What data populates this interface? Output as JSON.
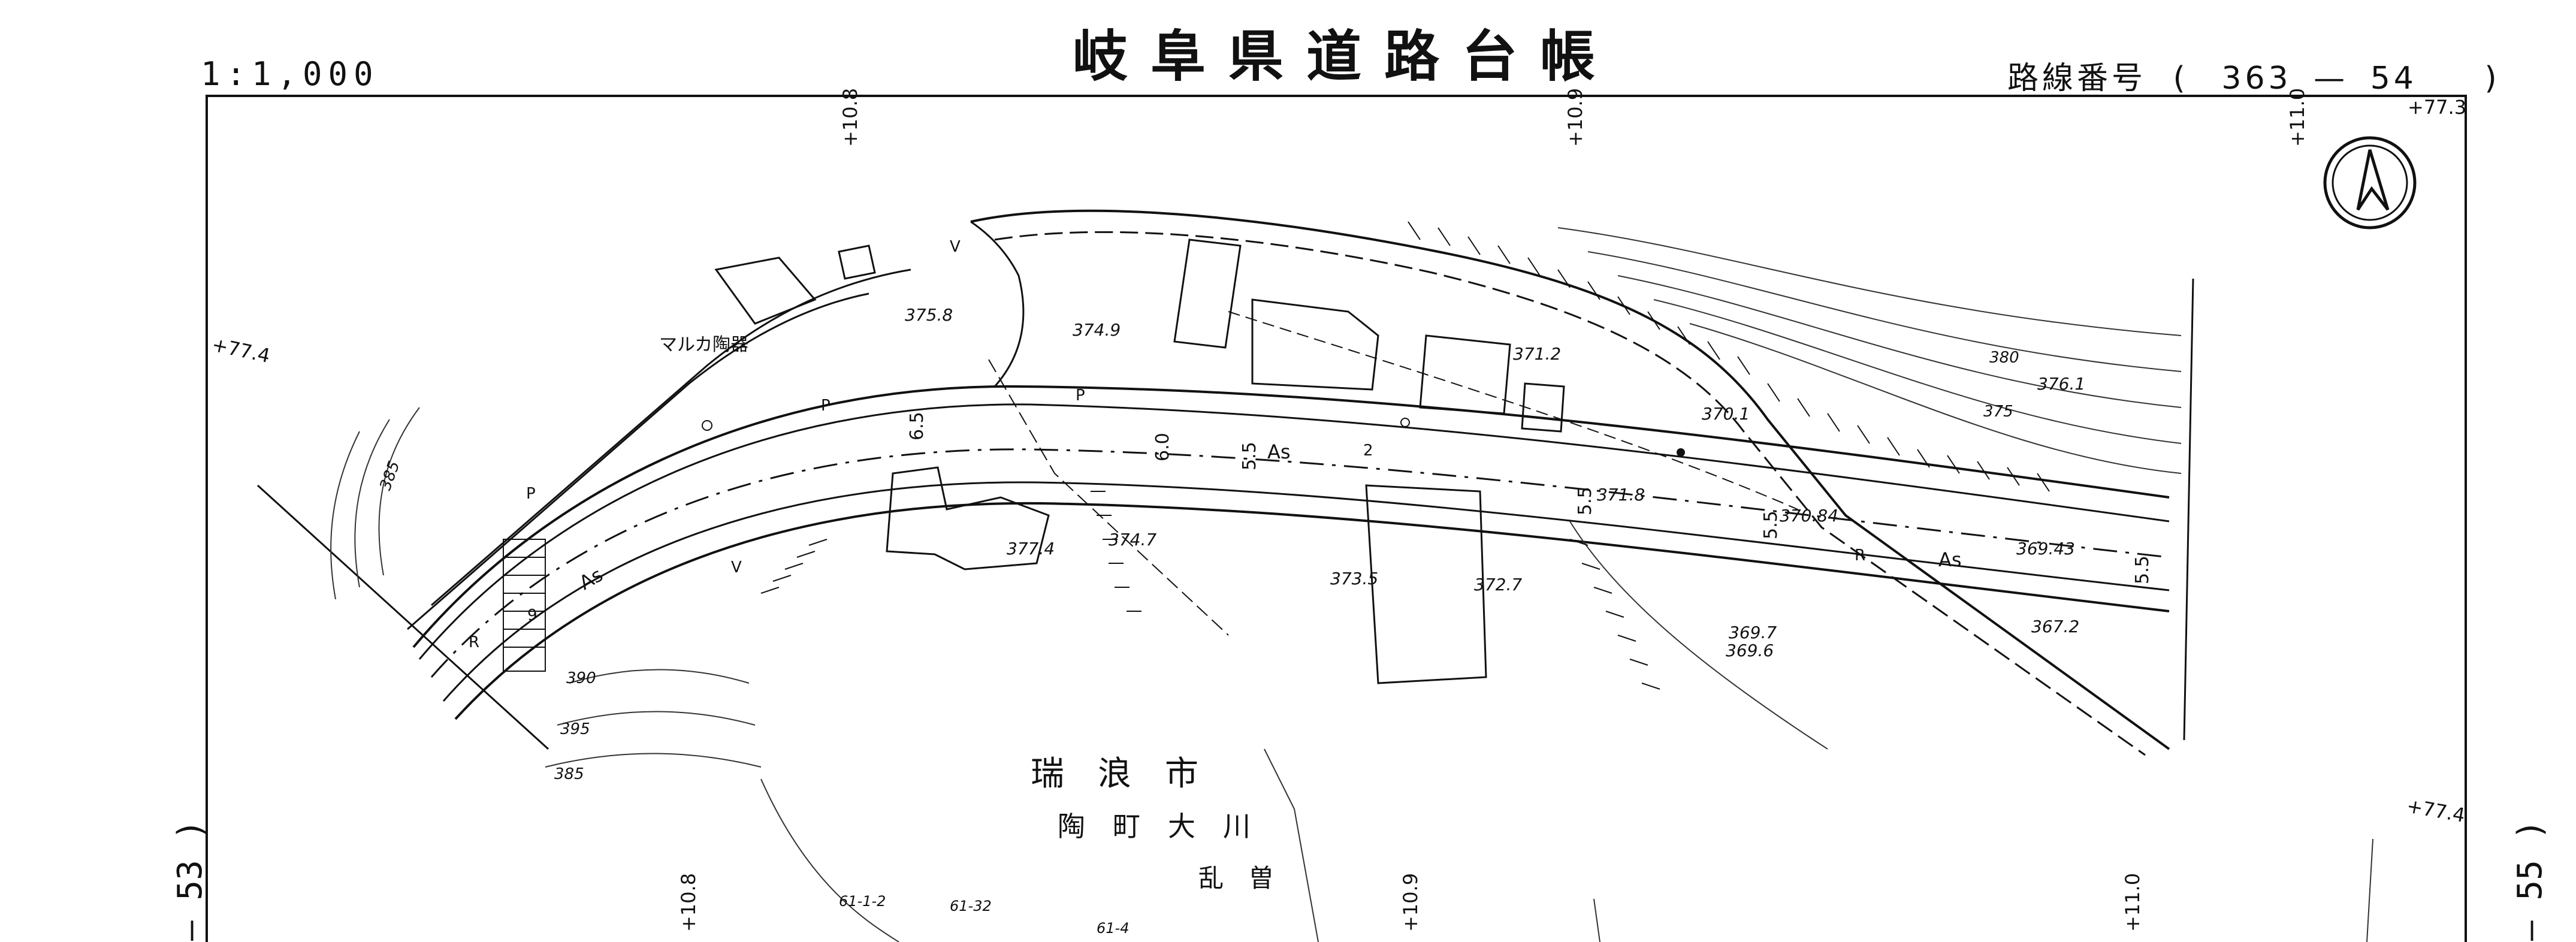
{
  "header": {
    "title": "岐阜県道路台帳",
    "scale": "1:1,000",
    "route_label": "路線番号",
    "route_open": "(",
    "route_number": "363",
    "route_dash": "—",
    "route_sub": "54",
    "route_close": ")"
  },
  "sheet_refs": {
    "left": "— 53 )",
    "right": "— 55 )"
  },
  "map": {
    "city": "瑞　浪　市",
    "town": "陶　町　大　川",
    "district": "乱　曽",
    "shop": "マルカ陶器",
    "grid_labels": [
      "+10.8",
      "+10.9",
      "+11.0",
      "+77.3",
      "+77.4",
      "+10.8",
      "+10.9",
      "+11.0",
      "+77.4"
    ],
    "elevations": [
      "375.8",
      "374.9",
      "371.2",
      "376.1",
      "370.1",
      "371.8",
      "370.84",
      "369.43",
      "377.4",
      "374.7",
      "373.5",
      "372.7",
      "369.7",
      "369.6",
      "367.2"
    ],
    "contours": [
      "385",
      "390",
      "395",
      "385",
      "380",
      "375"
    ],
    "road_widths": [
      "6.5",
      "6.0",
      "5.5",
      "5.5",
      "5.5",
      "5.5"
    ],
    "pavement": [
      "As",
      "As",
      "As"
    ],
    "markers": [
      "P",
      "P",
      "P",
      "R",
      "R",
      "V",
      "V",
      "2",
      "9"
    ],
    "parcels": [
      "61-1-2",
      "61-32",
      "61-4"
    ]
  }
}
